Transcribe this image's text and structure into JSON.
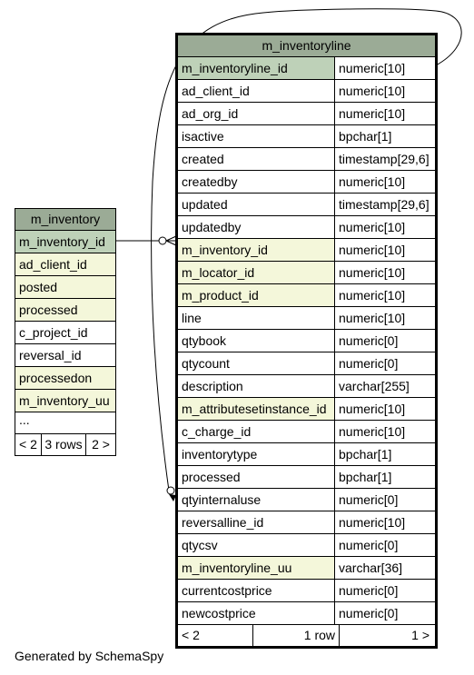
{
  "main_table": {
    "name": "m_inventoryline",
    "columns": [
      {
        "name": "m_inventoryline_id",
        "type": "numeric[10]",
        "kind": "pk"
      },
      {
        "name": "ad_client_id",
        "type": "numeric[10]",
        "kind": ""
      },
      {
        "name": "ad_org_id",
        "type": "numeric[10]",
        "kind": ""
      },
      {
        "name": "isactive",
        "type": "bpchar[1]",
        "kind": ""
      },
      {
        "name": "created",
        "type": "timestamp[29,6]",
        "kind": ""
      },
      {
        "name": "createdby",
        "type": "numeric[10]",
        "kind": ""
      },
      {
        "name": "updated",
        "type": "timestamp[29,6]",
        "kind": ""
      },
      {
        "name": "updatedby",
        "type": "numeric[10]",
        "kind": ""
      },
      {
        "name": "m_inventory_id",
        "type": "numeric[10]",
        "kind": "fk"
      },
      {
        "name": "m_locator_id",
        "type": "numeric[10]",
        "kind": "fk"
      },
      {
        "name": "m_product_id",
        "type": "numeric[10]",
        "kind": "fk"
      },
      {
        "name": "line",
        "type": "numeric[10]",
        "kind": ""
      },
      {
        "name": "qtybook",
        "type": "numeric[0]",
        "kind": ""
      },
      {
        "name": "qtycount",
        "type": "numeric[0]",
        "kind": ""
      },
      {
        "name": "description",
        "type": "varchar[255]",
        "kind": ""
      },
      {
        "name": "m_attributesetinstance_id",
        "type": "numeric[10]",
        "kind": "fk"
      },
      {
        "name": "c_charge_id",
        "type": "numeric[10]",
        "kind": ""
      },
      {
        "name": "inventorytype",
        "type": "bpchar[1]",
        "kind": ""
      },
      {
        "name": "processed",
        "type": "bpchar[1]",
        "kind": ""
      },
      {
        "name": "qtyinternaluse",
        "type": "numeric[0]",
        "kind": ""
      },
      {
        "name": "reversalline_id",
        "type": "numeric[10]",
        "kind": ""
      },
      {
        "name": "qtycsv",
        "type": "numeric[0]",
        "kind": ""
      },
      {
        "name": "m_inventoryline_uu",
        "type": "varchar[36]",
        "kind": "fk"
      },
      {
        "name": "currentcostprice",
        "type": "numeric[0]",
        "kind": ""
      },
      {
        "name": "newcostprice",
        "type": "numeric[0]",
        "kind": ""
      }
    ],
    "footer": {
      "left": "< 2",
      "middle": "1 row",
      "right": "1 >"
    }
  },
  "left_table": {
    "name": "m_inventory",
    "columns": [
      {
        "name": "m_inventory_id",
        "kind": "pk"
      },
      {
        "name": "ad_client_id",
        "kind": "fk"
      },
      {
        "name": "posted",
        "kind": "fk"
      },
      {
        "name": "processed",
        "kind": "fk"
      },
      {
        "name": "c_project_id",
        "kind": ""
      },
      {
        "name": "reversal_id",
        "kind": ""
      },
      {
        "name": "processedon",
        "kind": "fk"
      },
      {
        "name": "m_inventory_uu",
        "kind": "fk"
      }
    ],
    "ellipsis": "...",
    "footer": {
      "left": "< 2",
      "middle": "3 rows",
      "right": "2 >"
    }
  },
  "generated_by": "Generated by SchemaSpy"
}
